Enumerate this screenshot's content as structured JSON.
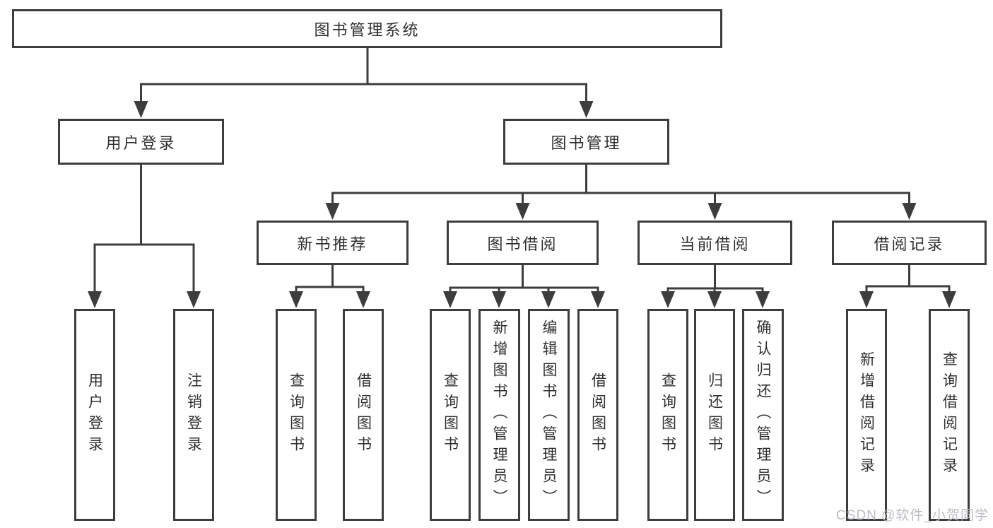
{
  "title": "图书管理系统",
  "tree": {
    "label": "图书管理系统",
    "children": [
      {
        "label": "用户登录",
        "children": [
          {
            "label": "用户登录"
          },
          {
            "label": "注销登录"
          }
        ]
      },
      {
        "label": "图书管理",
        "children": [
          {
            "label": "新书推荐",
            "children": [
              {
                "label": "查询图书"
              },
              {
                "label": "借阅图书"
              }
            ]
          },
          {
            "label": "图书借阅",
            "children": [
              {
                "label": "查询图书"
              },
              {
                "label": "新增图书（管理员）"
              },
              {
                "label": "编辑图书（管理员）"
              },
              {
                "label": "借阅图书"
              }
            ]
          },
          {
            "label": "当前借阅",
            "children": [
              {
                "label": "查询图书"
              },
              {
                "label": "归还图书"
              },
              {
                "label": "确认归还（管理员）"
              }
            ]
          },
          {
            "label": "借阅记录",
            "children": [
              {
                "label": "新增借阅记录"
              },
              {
                "label": "查询借阅记录"
              }
            ]
          }
        ]
      }
    ]
  },
  "watermark": "CSDN @软件_小贺同学",
  "colors": {
    "line": "#3d3d3d",
    "text": "#2f2f2f",
    "background": "#ffffff",
    "watermark": "#b8b8c0"
  }
}
